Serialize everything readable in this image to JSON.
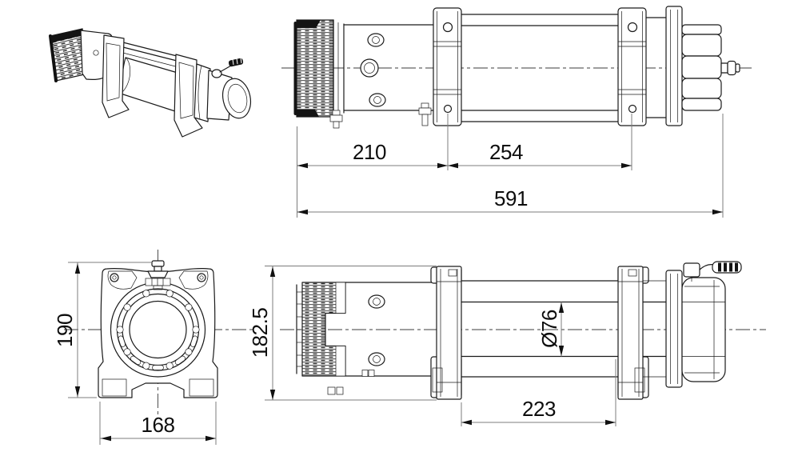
{
  "drawing": {
    "background": "#ffffff",
    "colors": {
      "part_line": "#1a1a1a",
      "dimension_line": "#7c7c7c",
      "centerline": "#3c3c3c",
      "text": "#0d0d0d"
    },
    "dimensions": {
      "front_motor": "210",
      "front_drum": "254",
      "front_overall": "591",
      "end_height": "190",
      "end_width": "168",
      "plan_width": "182.5",
      "plan_drum_dia": "Ø76",
      "plan_drum_len": "223"
    }
  }
}
